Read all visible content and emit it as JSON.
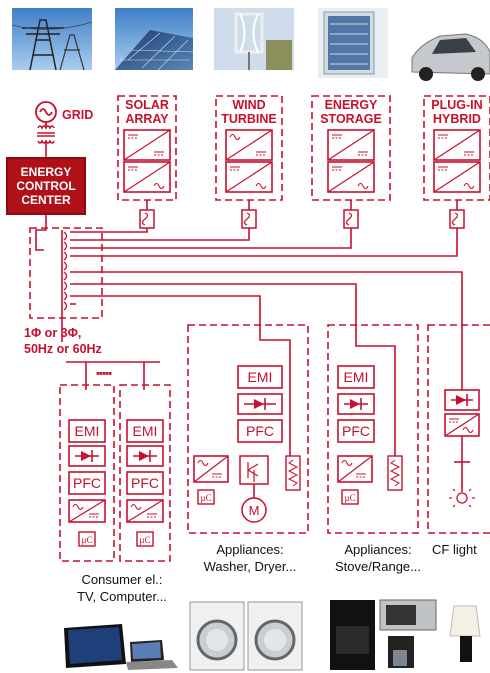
{
  "grid_label": "GRID",
  "control_center": {
    "line1": "ENERGY",
    "line2": "CONTROL",
    "line3": "CENTER"
  },
  "sources": [
    {
      "line1": "SOLAR",
      "line2": "ARRAY"
    },
    {
      "line1": "WIND",
      "line2": "TURBINE"
    },
    {
      "line1": "ENERGY",
      "line2": "STORAGE"
    },
    {
      "line1": "PLUG-IN",
      "line2": "HYBRID"
    }
  ],
  "phase": {
    "line1": "1Φ or 3Φ,",
    "line2": "50Hz or 60Hz"
  },
  "blocks": {
    "emi": "EMI",
    "pfc": "PFC",
    "uc": "µC",
    "motor": "M"
  },
  "captions": {
    "consumer": {
      "line1": "Consumer el.:",
      "line2": "TV, Computer..."
    },
    "washer": {
      "line1": "Appliances:",
      "line2": "Washer, Dryer..."
    },
    "stove": {
      "line1": "Appliances:",
      "line2": "Stove/Range..."
    },
    "cfl": {
      "line1": "CF light"
    }
  },
  "colors": {
    "accent": "#c8102e",
    "ecc_fill": "#b01018"
  }
}
